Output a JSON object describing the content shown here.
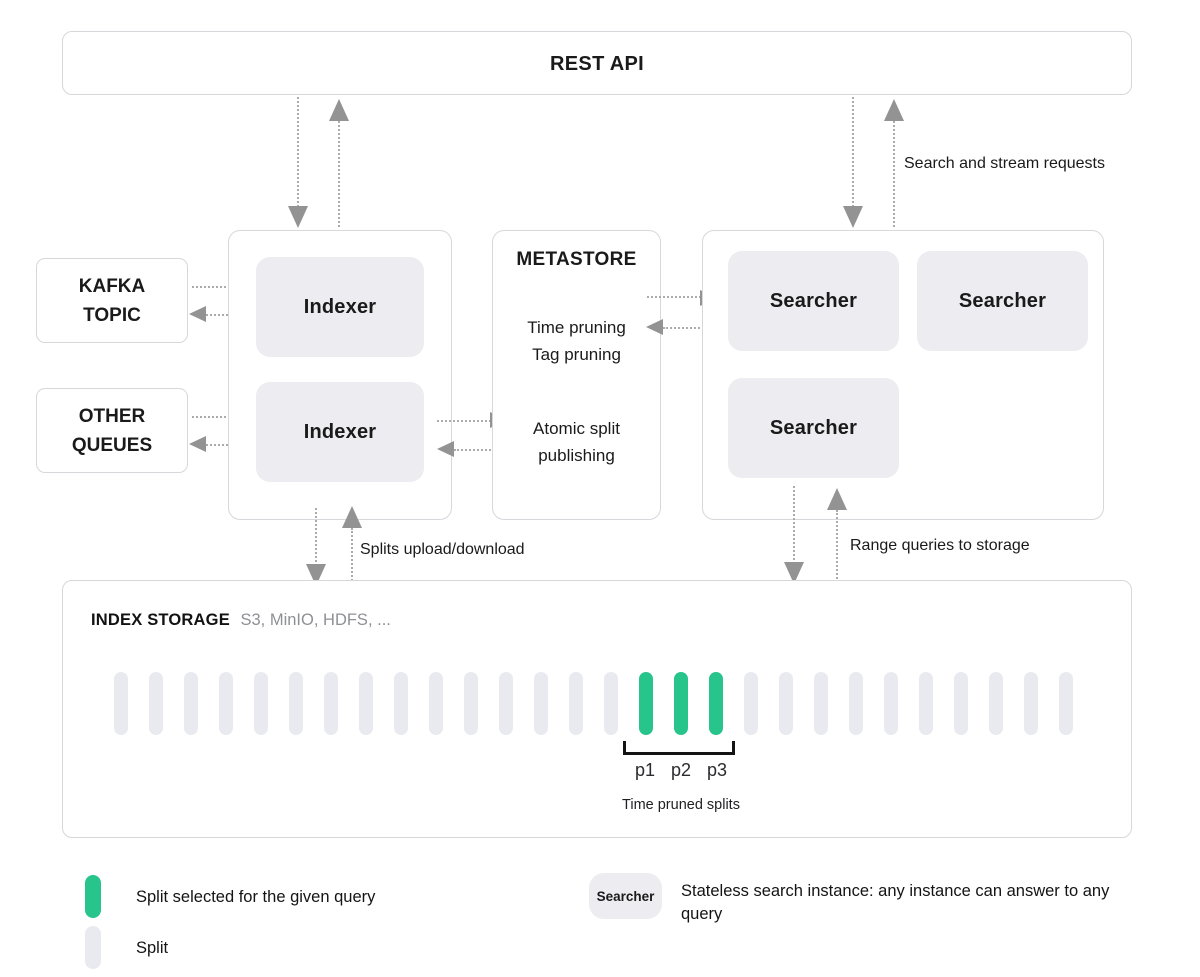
{
  "colors": {
    "green": "#27c48c",
    "split_gray": "#e9eaef",
    "node_fill": "#ececf1",
    "border": "#d7d7dc",
    "arrow_head": "#939393",
    "arrow_dots": "#ababab"
  },
  "rest_api": {
    "label": "REST API"
  },
  "flow_labels": {
    "search_stream": "Search and stream requests",
    "splits_upload": "Splits upload/download",
    "range_queries": "Range queries to storage"
  },
  "kafka": {
    "line1": "KAFKA",
    "line2": "TOPIC"
  },
  "other_queues": {
    "line1": "OTHER",
    "line2": "QUEUES"
  },
  "indexers": {
    "items": [
      "Indexer",
      "Indexer"
    ]
  },
  "metastore": {
    "title": "METASTORE",
    "pruning": [
      "Time pruning",
      "Tag pruning"
    ],
    "publishing": [
      "Atomic split",
      "publishing"
    ]
  },
  "searchers": {
    "items": [
      "Searcher",
      "Searcher",
      "Searcher"
    ]
  },
  "storage": {
    "title": "INDEX STORAGE",
    "subtitle": "S3, MinIO, HDFS, ...",
    "splits": {
      "count": 28,
      "selected": [
        15,
        16,
        17
      ]
    },
    "pruned": {
      "labels": [
        "p1",
        "p2",
        "p3"
      ],
      "caption": "Time pruned splits"
    }
  },
  "legend": {
    "selected_label": "Split selected for the given query",
    "split_label": "Split",
    "searcher_badge": "Searcher",
    "searcher_desc": "Stateless search instance: any instance can answer to any query"
  }
}
